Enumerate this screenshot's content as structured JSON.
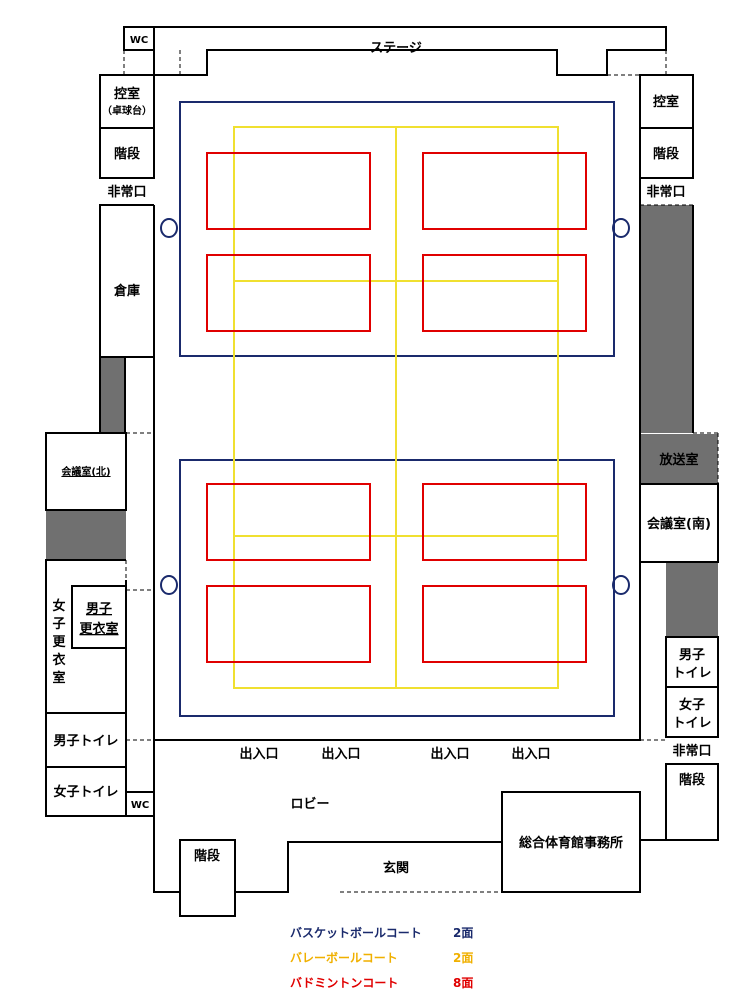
{
  "colors": {
    "basketball": "#1a2a6c",
    "volleyball": "#f0e030",
    "badminton": "#e00000",
    "wall": "#000000",
    "gray_fill": "#707070",
    "legend_basketball": "#1a2a6c",
    "legend_volleyball": "#f0b000",
    "legend_badminton": "#e00000"
  },
  "rooms": {
    "stage": "ステージ",
    "wc_top": "WC",
    "control_left": "控室",
    "control_left_sub": "（卓球台）",
    "stairs_left_top": "階段",
    "exit_left": "非常口",
    "storage": "倉庫",
    "meeting_north": "会議室(北)",
    "womens_changing_chars": [
      "女",
      "子",
      "更",
      "衣",
      "室"
    ],
    "mens_changing_l1": "男子",
    "mens_changing_l2": "更衣室",
    "mens_toilet_left": "男子トイレ",
    "womens_toilet_left": "女子トイレ",
    "wc_bottom": "WC",
    "control_right": "控室",
    "stairs_right_top": "階段",
    "exit_right_top": "非常口",
    "broadcast": "放送室",
    "meeting_south": "会議室(南)",
    "mens_toilet_right_l1": "男子",
    "mens_toilet_right_l2": "トイレ",
    "womens_toilet_right_l1": "女子",
    "womens_toilet_right_l2": "トイレ",
    "exit_right_bottom": "非常口",
    "stairs_right_bottom": "階段",
    "entrance_1": "出入口",
    "entrance_2": "出入口",
    "entrance_3": "出入口",
    "entrance_4": "出入口",
    "lobby": "ロビー",
    "stairs_bottom": "階段",
    "front_entrance": "玄関",
    "office": "総合体育館事務所"
  },
  "legend": [
    {
      "label": "バスケットボールコート",
      "count": "2面"
    },
    {
      "label": "バレーボールコート",
      "count": "2面"
    },
    {
      "label": "バドミントンコート",
      "count": "8面"
    }
  ]
}
